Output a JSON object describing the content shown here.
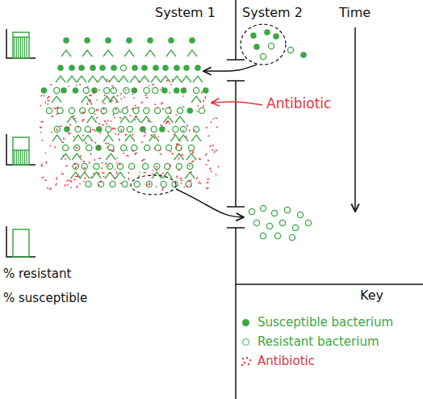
{
  "diagram": {
    "labels": [
      "System 1",
      "System 2",
      "Time",
      "Antibiotic",
      "% resistant",
      "% susceptible",
      "Key"
    ],
    "legend": [
      {
        "text": "Susceptible bacterium",
        "color": "#3aa845"
      },
      {
        "text": "Resistant bacterium"
      },
      {
        "text": "Antibiotic",
        "color": "#e8323c"
      }
    ]
  }
}
